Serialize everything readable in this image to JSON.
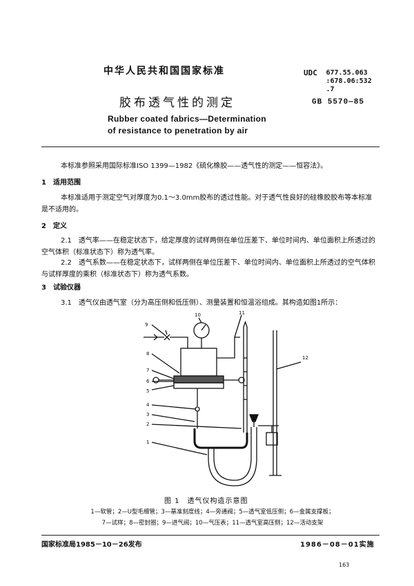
{
  "header": {
    "national_standard": "中华人民共和国国家标准",
    "udc_label": "UDC",
    "udc_codes": [
      "677.55.063",
      ":678.06:532",
      ".7"
    ],
    "gb_code": "GB 5570—85"
  },
  "title": {
    "chinese": "胶布透气性的测定",
    "english_line1": "Rubber coated fabrics—Determination",
    "english_line2": "of resistance to penetration by air"
  },
  "intro": "本标准参照采用国际标准ISO 1399—1982《硫化橡胶——透气性的测定——恒容法》。",
  "sections": {
    "s1_heading": "1　适用范围",
    "s1_text": "本标准适用于测定空气对厚度为0.1～3.0mm胶布的透过性能。对于透气性良好的硅橡胶胶布等本标准是不适用的。",
    "s2_heading": "2　定义",
    "s2_1": "2.1　透气率——在稳定状态下，给定厚度的试样两侧在单位压差下、单位时间内、单位面积上所透过的空气体积（标准状态下）称为透气率。",
    "s2_2": "2.2　透气系数——在稳定状态下，试样两侧在单位压差下、单位时间内、单位面积上所透过的空气体积与试样厚度的乘积（标准状态下）称为透气系数。",
    "s3_heading": "3　试验仪器",
    "s3_1": "3.1　透气仪由透气室（分为高压侧和低压侧）、测量装置和恒温浴组成。其构造如图1所示："
  },
  "figure": {
    "callouts": [
      "1",
      "2",
      "3",
      "4",
      "5",
      "6",
      "7",
      "8",
      "9",
      "10",
      "11",
      "12"
    ],
    "caption": "图 1　透气仪构造示意图",
    "legend_line1": "1—软管；2—U型毛细管；3—基准刻度线；4—旁通阀；5—透气室低压侧；6—金属支撑板；",
    "legend_line2": "7—试样；8—密封圈；9—进气阀；10—气压表；11—透气室高压侧；12—活动支架"
  },
  "footer": {
    "issuer": "国家标准局1985－10－26发布",
    "effective": "1986－08－01实施",
    "page": "163"
  }
}
